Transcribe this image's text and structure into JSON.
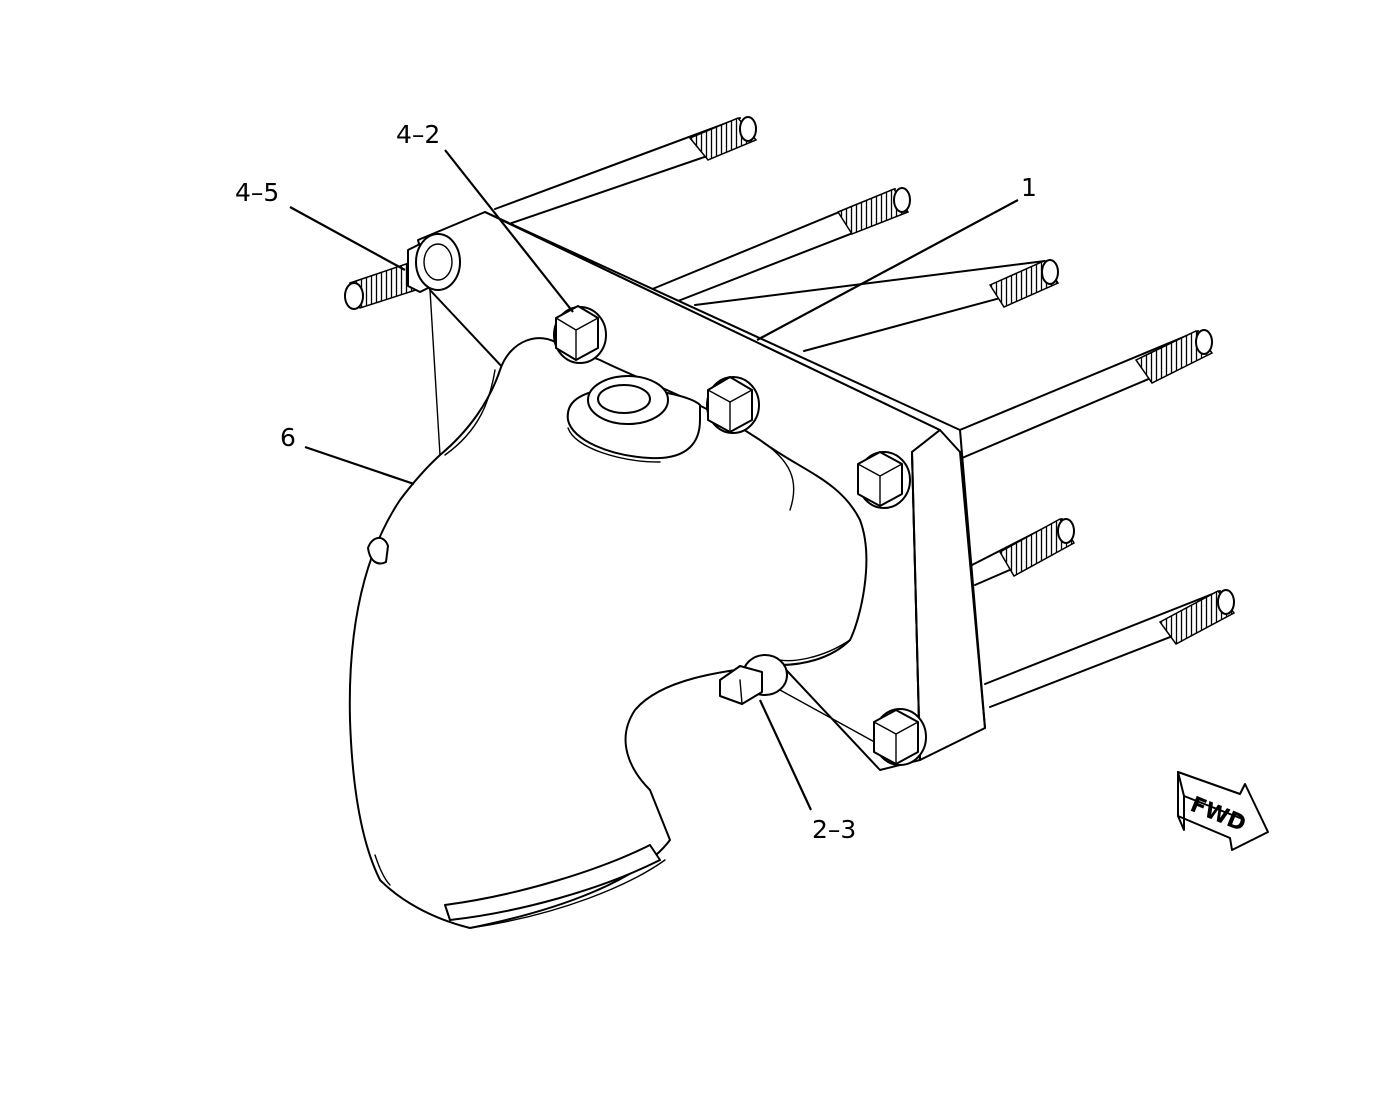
{
  "callouts": {
    "c1": "1",
    "c4_2": "4–2",
    "c4_5": "4–5",
    "c6": "6",
    "c2_3": "2–3"
  },
  "fwd_arrow": {
    "label": "FWD"
  },
  "icons": {
    "direction": "forward-arrow-icon"
  },
  "colors": {
    "line": "#000000",
    "background": "#ffffff"
  }
}
